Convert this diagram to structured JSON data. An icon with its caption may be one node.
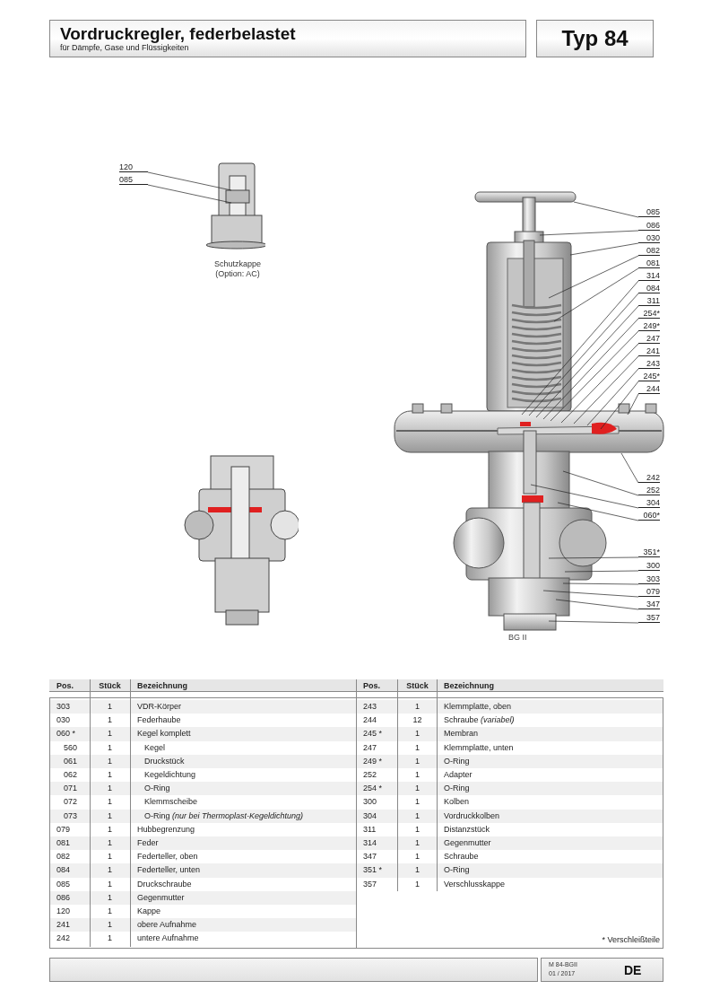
{
  "diagram": {
    "title": "Vordruckregler, federbelastet",
    "nodes": [
      {
        "text": [
          "120"
        ]
      },
      {
        "text": [
          "085"
        ]
      },
      {
        "text": [
          "085"
        ]
      },
      {
        "text": [
          "086"
        ]
      },
      {
        "text": [
          "030"
        ]
      },
      {
        "text": [
          "082"
        ]
      },
      {
        "text": [
          "081"
        ]
      },
      {
        "text": [
          "314"
        ]
      },
      {
        "text": [
          "084"
        ]
      },
      {
        "text": [
          "311"
        ]
      },
      {
        "text": [
          "254*"
        ]
      },
      {
        "text": [
          "249*"
        ]
      },
      {
        "text": [
          "247"
        ]
      },
      {
        "text": [
          "241"
        ]
      },
      {
        "text": [
          "243"
        ]
      },
      {
        "text": [
          "245*"
        ]
      },
      {
        "text": [
          "244"
        ]
      },
      {
        "text": [
          "242"
        ]
      },
      {
        "text": [
          "252"
        ]
      },
      {
        "text": [
          "304"
        ]
      },
      {
        "text": [
          "060*"
        ]
      },
      {
        "text": [
          "351*"
        ]
      },
      {
        "text": [
          "300"
        ]
      },
      {
        "text": [
          "303"
        ]
      },
      {
        "text": [
          "079"
        ]
      },
      {
        "text": [
          "347"
        ]
      },
      {
        "text": [
          "357"
        ]
      }
    ],
    "edges": [
      {
        "from": 0,
        "to": null,
        "arrow": "none"
      },
      {
        "from": 1,
        "to": null,
        "arrow": "none"
      },
      {
        "from": 2,
        "to": null,
        "arrow": "none"
      },
      {
        "from": 3,
        "to": null,
        "arrow": "none"
      },
      {
        "from": 4,
        "to": null,
        "arrow": "none"
      },
      {
        "from": 5,
        "to": null,
        "arrow": "none"
      },
      {
        "from": 6,
        "to": null,
        "arrow": "none"
      },
      {
        "from": 7,
        "to": null,
        "arrow": "none"
      },
      {
        "from": 8,
        "to": null,
        "arrow": "none"
      },
      {
        "from": 9,
        "to": null,
        "arrow": "none"
      },
      {
        "from": 10,
        "to": null,
        "arrow": "none"
      },
      {
        "from": 11,
        "to": null,
        "arrow": "none"
      },
      {
        "from": 12,
        "to": null,
        "arrow": "none"
      },
      {
        "from": 13,
        "to": null,
        "arrow": "none"
      },
      {
        "from": 14,
        "to": null,
        "arrow": "none"
      },
      {
        "from": 15,
        "to": null,
        "arrow": "none"
      },
      {
        "from": 16,
        "to": null,
        "arrow": "none"
      },
      {
        "from": 17,
        "to": null,
        "arrow": "none"
      },
      {
        "from": 18,
        "to": null,
        "arrow": "none"
      },
      {
        "from": 19,
        "to": null,
        "arrow": "none"
      },
      {
        "from": 20,
        "to": null,
        "arrow": "none"
      },
      {
        "from": 21,
        "to": null,
        "arrow": "none"
      },
      {
        "from": 22,
        "to": null,
        "arrow": "none"
      },
      {
        "from": 23,
        "to": null,
        "arrow": "none"
      },
      {
        "from": 24,
        "to": null,
        "arrow": "none"
      },
      {
        "from": 25,
        "to": null,
        "arrow": "none"
      },
      {
        "from": 26,
        "to": null,
        "arrow": "none"
      }
    ],
    "labels": [
      "für Dämpfe, Gase und Flüssigkeiten",
      "Typ 84",
      "Schutzkappe (Option: AC)",
      "BG II",
      "Pos.",
      "Stück",
      "Bezeichnung",
      "Pos.",
      "Stück",
      "Bezeichnung",
      "303",
      "1",
      "VDR-Körper",
      "243",
      "1",
      "Klemmplatte, oben",
      "030",
      "1",
      "Federhaube",
      "244",
      "12",
      "Schraube *(variabel)*",
      "060 *",
      "1",
      "Kegel komplett",
      "245 *",
      "1",
      "Membran",
      "560",
      "1",
      "Kegel",
      "247",
      "1",
      "Klemmplatte, unten",
      "061",
      "1",
      "Druckstück",
      "249 *",
      "1",
      "O-Ring",
      "062",
      "1",
      "Kegeldichtung",
      "252",
      "1",
      "Adapter",
      "071",
      "1",
      "O-Ring",
      "254 *",
      "1",
      "O-Ring",
      "072",
      "1",
      "Klemmscheibe",
      "300",
      "1",
      "Kolben",
      "073",
      "1",
      "O-Ring *(nur bei Thermoplast-Kegeldichtung)*",
      "304",
      "1",
      "Vordruckkolben",
      "079",
      "1",
      "Hubbegrenzung",
      "311",
      "1",
      "Distanzstück",
      "081",
      "1",
      "Feder",
      "314",
      "1",
      "Gegenmutter",
      "082",
      "1",
      "Federteller, oben",
      "347",
      "1",
      "Schraube",
      "084",
      "1",
      "Federteller, unten",
      "351 *",
      "1",
      "O-Ring",
      "085",
      "1",
      "Druckschraube",
      "357",
      "1",
      "Verschlusskappe",
      "086",
      "1",
      "Gegenmutter",
      "120",
      "1",
      "Kappe",
      "241",
      "1",
      "obere Aufnahme",
      "242",
      "1",
      "untere Aufnahme",
      "* Verschleißteile",
      "M 84-BGII",
      "01 / 2017",
      "DE"
    ]
  }
}
